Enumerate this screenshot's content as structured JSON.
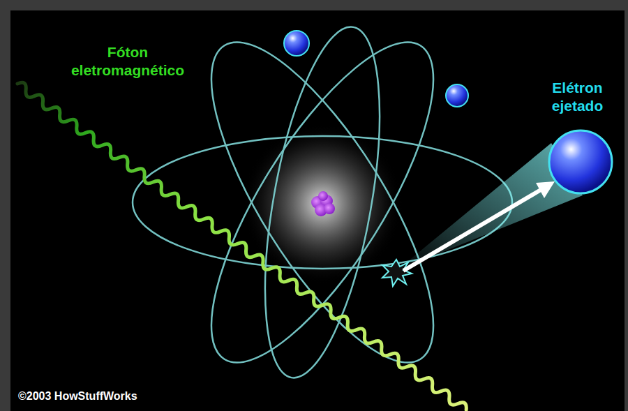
{
  "diagram": {
    "labels": [
      "Fóton eletromagnético",
      "Elétron ejetado",
      "©2003 HowStuffWorks"
    ]
  }
}
